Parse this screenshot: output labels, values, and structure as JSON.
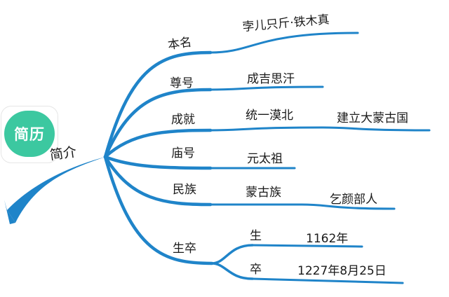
{
  "colors": {
    "line": "#1f84c9",
    "badge": "#3cc8a0"
  },
  "badge": {
    "text": "简历"
  },
  "root": {
    "label": "简介"
  },
  "branches": [
    {
      "label": "本名",
      "leaves": [
        "孛儿只斤·铁木真"
      ]
    },
    {
      "label": "尊号",
      "leaves": [
        "成吉思汗"
      ]
    },
    {
      "label": "成就",
      "leaves": [
        "统一漠北",
        "建立大蒙古国"
      ]
    },
    {
      "label": "庙号",
      "leaves": [
        "元太祖"
      ]
    },
    {
      "label": "民族",
      "leaves": [
        "蒙古族",
        "乞颜部人"
      ]
    },
    {
      "label": "生卒",
      "children": [
        {
          "label": "生",
          "leaves": [
            "1162年"
          ]
        },
        {
          "label": "卒",
          "leaves": [
            "1227年8月25日"
          ]
        }
      ]
    }
  ]
}
